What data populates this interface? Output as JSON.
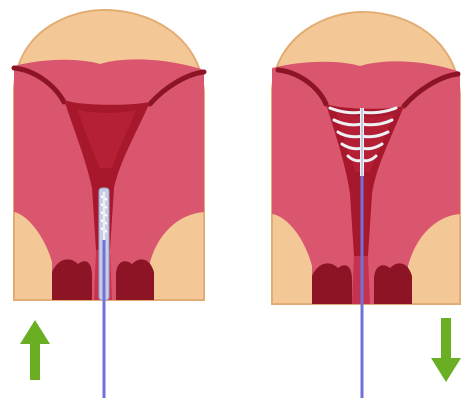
{
  "diagram": {
    "panels": [
      {
        "id": "left",
        "device_state": "folded-in-inserter",
        "direction": "up",
        "arrow_icon": "up-arrow-icon"
      },
      {
        "id": "right",
        "device_state": "arms-released-in-uterus",
        "direction": "down",
        "arrow_icon": "down-arrow-icon"
      }
    ],
    "colors": {
      "background": "#ffffff",
      "tissue_outer": "#f3c896",
      "tissue_outer_edge": "#e2ad74",
      "uterus_wall": "#d9566e",
      "uterus_wall_dark": "#b8354c",
      "cavity": "#a8182c",
      "tube": "#8c1424",
      "device_white": "#eef0f4",
      "inserter_line": "#6f72d8",
      "arrow_green": "#6aae23"
    }
  }
}
